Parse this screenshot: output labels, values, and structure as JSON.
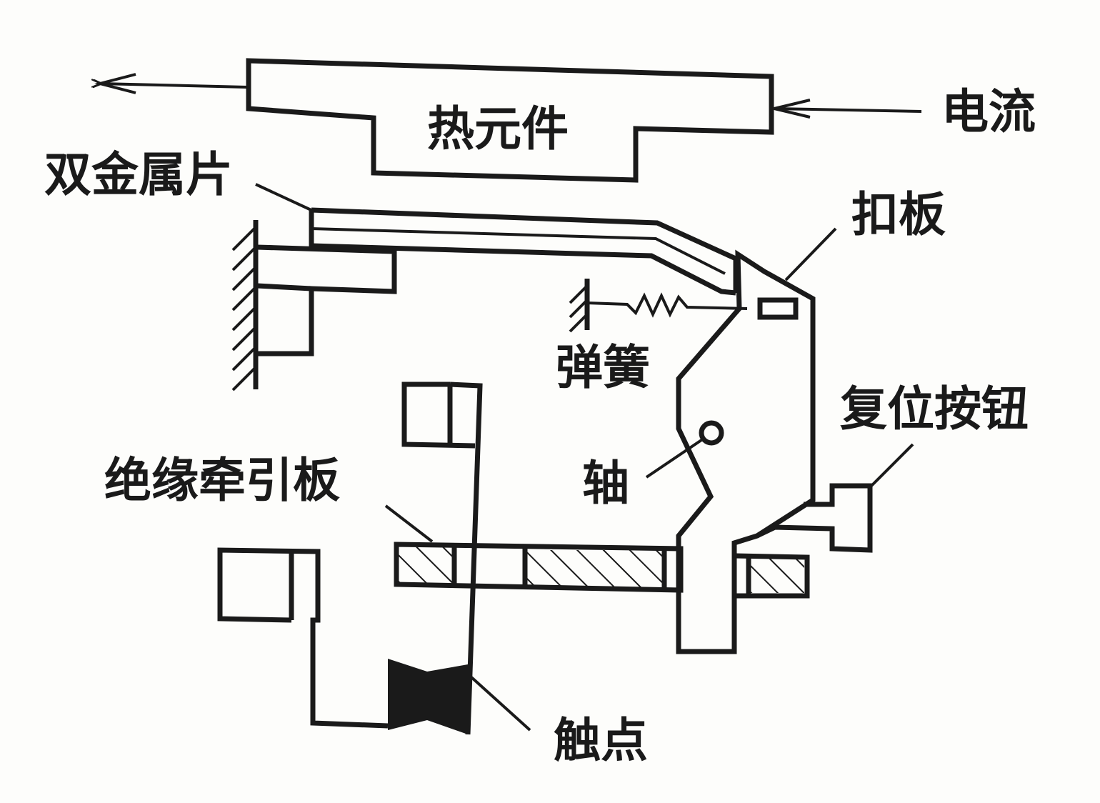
{
  "labels": {
    "heating_element": "热元件",
    "current": "电流",
    "bimetal_strip": "双金属片",
    "latch_plate": "扣板",
    "spring": "弹簧",
    "reset_button": "复位按钮",
    "shaft": "轴",
    "insulated_pull_plate": "绝缘牵引板",
    "contact": "触点"
  },
  "colors": {
    "line": "#1a1a1a",
    "background": "#fdfdfb"
  }
}
